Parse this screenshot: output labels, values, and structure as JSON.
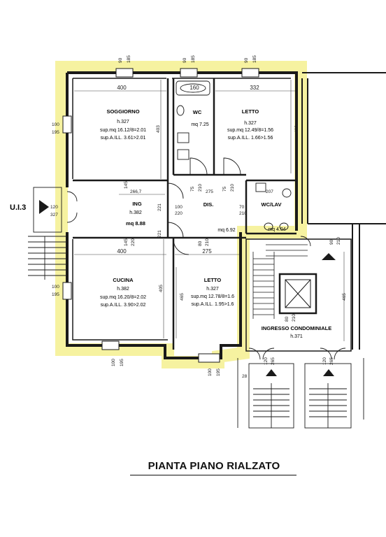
{
  "title": "PIANTA PIANO RIALZATO",
  "unit": "U.I.3",
  "colors": {
    "highlight": "#f6f2a0",
    "wall": "#1a1a1a",
    "line": "#222222"
  },
  "rooms": {
    "soggiorno": {
      "name": "SOGGIORNO",
      "h": "h.327",
      "sup": "sup.mq  16.12/8=2.01",
      "ill": "sup.A.ILL.  3.61>2.01"
    },
    "wc": {
      "name": "WC",
      "mq": "mq  7.25"
    },
    "letto1": {
      "name": "LETTO",
      "h": "h.327",
      "sup": "sup.mq  12.49/8=1.56",
      "ill": "sup.A.ILL.  1.66>1.56"
    },
    "ing": {
      "name": "ING",
      "h": "h.382",
      "mq": "mq  8.88"
    },
    "dis": {
      "name": "DIS.",
      "mq": "mq  6.92"
    },
    "wclav": {
      "name": "WC/LAV",
      "mq": "mq  4.04"
    },
    "cucina": {
      "name": "CUCINA",
      "h": "h.382",
      "sup": "sup.mq  16.20/8=2.02",
      "ill": "sup.A.ILL.  3.90>2.02"
    },
    "letto2": {
      "name": "LETTO",
      "h": "h.327",
      "sup": "sup.mq  12.78/8=1.6",
      "ill": "sup.A.ILL.  1.95>1.6"
    },
    "ingresso": {
      "name": "INGRESSO  CONDOMINIALE",
      "h": "h.371"
    }
  },
  "dims": {
    "top_90_a": "90",
    "top_185_a": "185",
    "top_90_b": "90",
    "top_185_b": "185",
    "top_90_c": "90",
    "top_185_c": "185",
    "sogg_w": "400",
    "bath_160": "160",
    "letto_w": "332",
    "sogg_d": "403",
    "letto_d": "403",
    "win_l_100": "100",
    "win_l_195": "195",
    "win_l2_100": "100",
    "win_l2_195": "195",
    "d145a": "145",
    "d266": "266,7",
    "d221a": "221",
    "d75a": "75",
    "d210a": "210",
    "d275a": "275",
    "d75b": "75",
    "d210b": "210",
    "d207": "207",
    "d100": "100",
    "d220a": "220",
    "d70": "70",
    "d210c": "210",
    "d221b": "221",
    "d145b": "145",
    "d220b": "220",
    "d80": "80",
    "d210d": "210",
    "cuc_w": "400",
    "d275b": "275",
    "d405": "405",
    "d465a": "465",
    "d465b": "465",
    "d90r": "90",
    "d210r": "210",
    "d80b": "80",
    "d210e": "210",
    "d100b": "100",
    "d195b": "195",
    "d100c": "100",
    "d195c": "195",
    "d120a": "120",
    "d265a": "265",
    "d120b": "120",
    "d265b": "265",
    "d28": "28",
    "u_120": "120",
    "u_327": "327"
  }
}
